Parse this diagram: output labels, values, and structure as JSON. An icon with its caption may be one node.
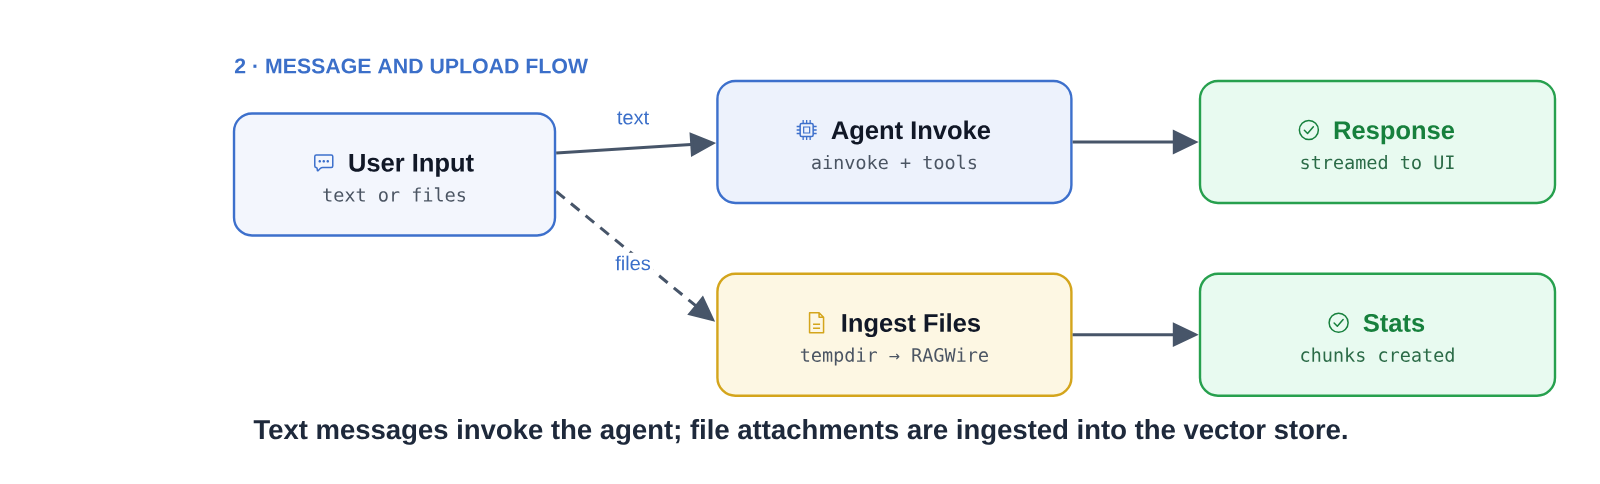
{
  "diagram": {
    "title": "2 · MESSAGE AND UPLOAD FLOW",
    "nodes": [
      {
        "text": [
          "User Input",
          "text or files"
        ]
      },
      {
        "text": [
          "Agent Invoke",
          "ainvoke + tools"
        ]
      },
      {
        "text": [
          "Response",
          "streamed to UI"
        ]
      },
      {
        "text": [
          "Ingest Files",
          "tempdir → RAGWire"
        ]
      },
      {
        "text": [
          "Stats",
          "chunks created"
        ]
      }
    ],
    "edges": [
      {
        "from": 0,
        "to": 1,
        "arrow": "to",
        "label": "text"
      },
      {
        "from": 1,
        "to": 2,
        "arrow": "to"
      },
      {
        "from": 0,
        "to": 3,
        "arrow": "to",
        "label": "files",
        "style": "dashed"
      },
      {
        "from": 3,
        "to": 4,
        "arrow": "to"
      }
    ],
    "caption": "Text messages invoke the agent; file attachments are ingested into the vector store."
  }
}
